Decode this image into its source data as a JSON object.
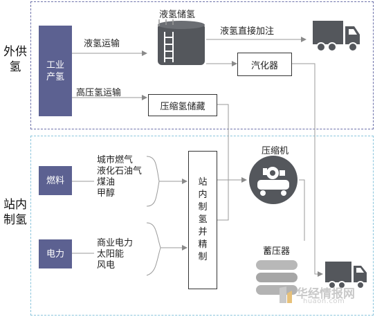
{
  "regions": {
    "external": "外供氢",
    "onsite": "站内制氢"
  },
  "nodes": {
    "industrial": "工业产氢",
    "liquid_storage": "液氢储氢",
    "liquid_transport": "液氢运输",
    "hp_transport": "高压氢运输",
    "liquid_direct": "液氢直接加注",
    "vaporizer": "汽化器",
    "compressed_storage": "压缩氢储藏",
    "compressor": "压缩机",
    "fuel": "燃料",
    "electricity": "电力",
    "onsite_production": "站内制氢并精制",
    "accumulator": "蓄压器"
  },
  "fuel_items": [
    "城市燃气",
    "液化石油气",
    "煤油",
    "甲醇"
  ],
  "power_items": [
    "商业电力",
    "太阳能",
    "风电"
  ],
  "watermark": {
    "text": "华经情报网",
    "url": "huaon.com"
  },
  "colors": {
    "navy": "#5c6191",
    "icon_gray": "#54575c",
    "top_border": "#6a6fa8",
    "bottom_border": "#88c4dc"
  }
}
